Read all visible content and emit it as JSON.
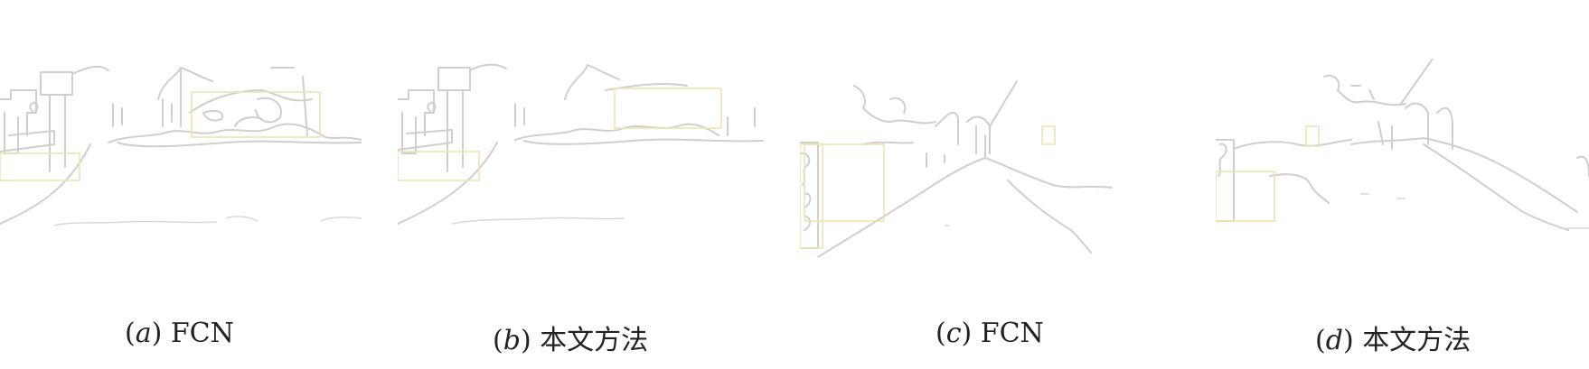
{
  "panels": [
    {
      "id": "a",
      "label": "a",
      "method": "FCN"
    },
    {
      "id": "b",
      "label": "b",
      "method": "本文方法"
    },
    {
      "id": "c",
      "label": "c",
      "method": "FCN"
    },
    {
      "id": "d",
      "label": "d",
      "method": "本文方法"
    }
  ],
  "colors": {
    "edge": "#cfcfcf",
    "box": "#f2e3b0",
    "caption": "#222222"
  }
}
